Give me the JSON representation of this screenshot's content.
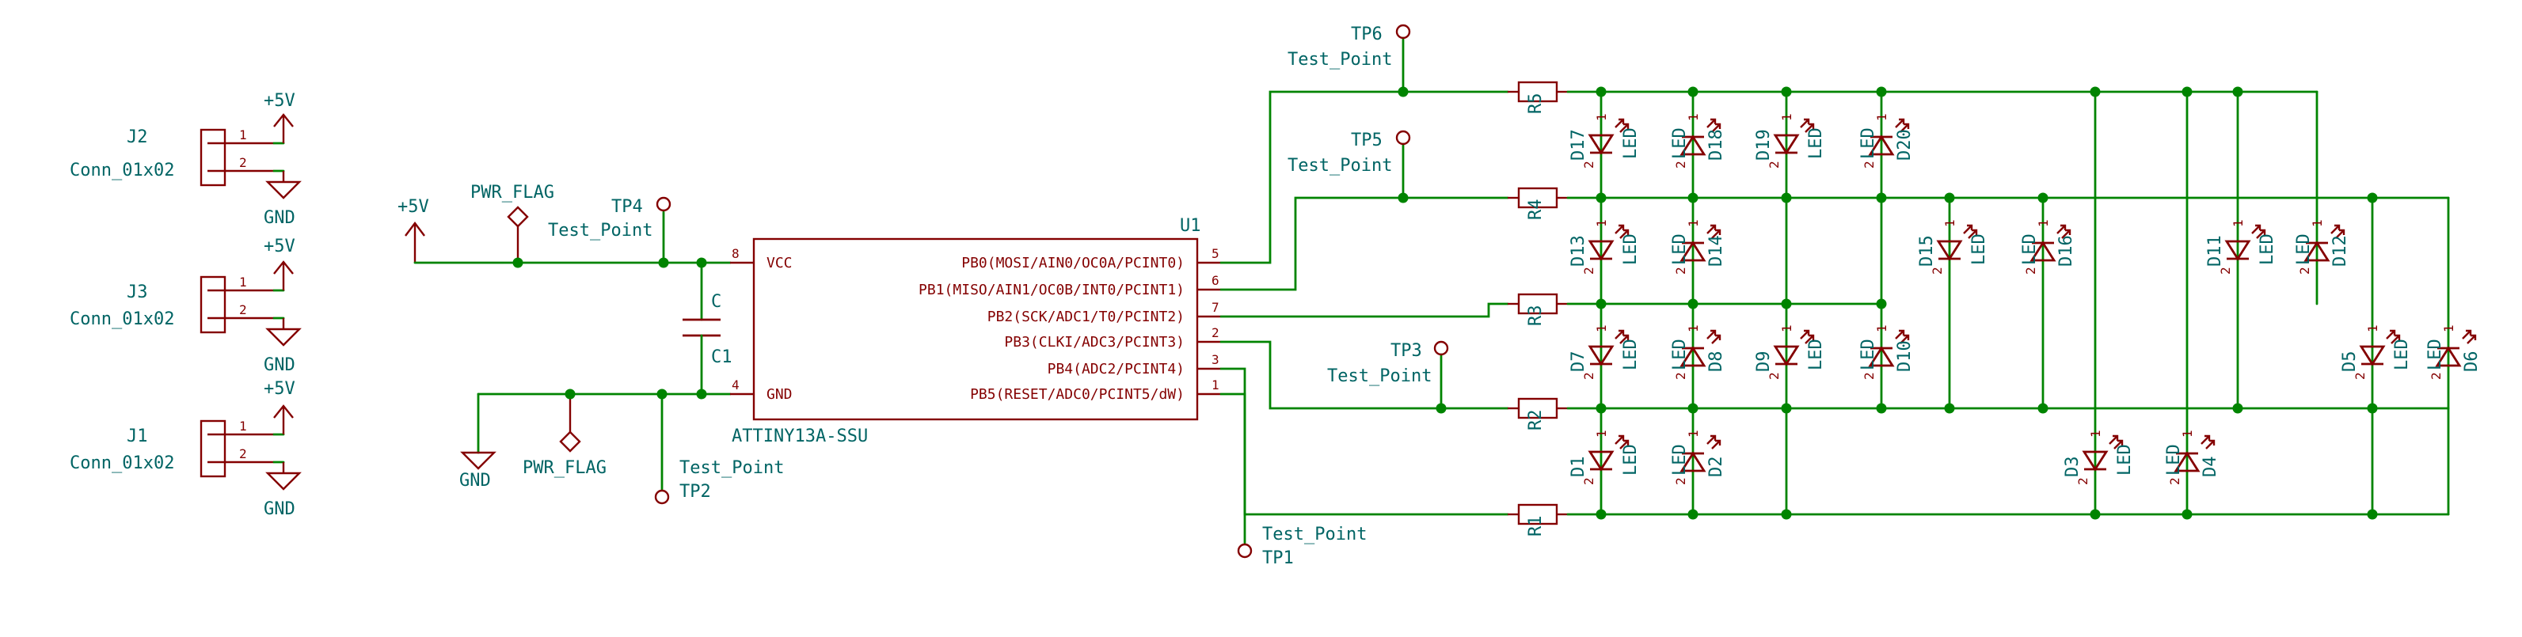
{
  "ic": {
    "ref": "U1",
    "value": "ATTINY13A-SSU",
    "pins_left": [
      {
        "num": "8",
        "name": "VCC"
      },
      {
        "num": "4",
        "name": "GND"
      }
    ],
    "pins_right": [
      {
        "num": "5",
        "name": "PB0(MOSI/AIN0/OC0A/PCINT0)"
      },
      {
        "num": "6",
        "name": "PB1(MISO/AIN1/OC0B/INT0/PCINT1)"
      },
      {
        "num": "7",
        "name": "PB2(SCK/ADC1/T0/PCINT2)"
      },
      {
        "num": "2",
        "name": "PB3(CLKI/ADC3/PCINT3)"
      },
      {
        "num": "3",
        "name": "PB4(ADC2/PCINT4)"
      },
      {
        "num": "1",
        "name": "PB5(RESET/ADC0/PCINT5/dW)"
      }
    ]
  },
  "connectors": [
    {
      "ref": "J2",
      "value": "Conn_01x02",
      "power": "+5V",
      "ground": "GND",
      "pin1": "1",
      "pin2": "2"
    },
    {
      "ref": "J3",
      "value": "Conn_01x02",
      "power": "+5V",
      "ground": "GND",
      "pin1": "1",
      "pin2": "2"
    },
    {
      "ref": "J1",
      "value": "Conn_01x02",
      "power": "+5V",
      "ground": "GND",
      "pin1": "1",
      "pin2": "2"
    }
  ],
  "power": {
    "vcc_label": "+5V",
    "gnd_label": "GND",
    "flag_top": "PWR_FLAG",
    "flag_bottom": "PWR_FLAG"
  },
  "capacitor": {
    "ref": "C1",
    "value": "C"
  },
  "test_points": [
    {
      "ref": "TP4",
      "value": "Test_Point"
    },
    {
      "ref": "TP2",
      "value": "Test_Point"
    },
    {
      "ref": "TP1",
      "value": "Test_Point"
    },
    {
      "ref": "TP3",
      "value": "Test_Point"
    },
    {
      "ref": "TP5",
      "value": "Test_Point"
    },
    {
      "ref": "TP6",
      "value": "Test_Point"
    }
  ],
  "resistors": [
    "R5",
    "R4",
    "R3",
    "R2",
    "R1"
  ],
  "led_value": "LED",
  "led_pin1": "1",
  "led_pin2": "2",
  "leds": [
    "D17",
    "D18",
    "D19",
    "D20",
    "D13",
    "D14",
    "D15",
    "D16",
    "D7",
    "D8",
    "D9",
    "D10",
    "D1",
    "D2",
    "D3",
    "D4",
    "D11",
    "D12",
    "D5",
    "D6"
  ]
}
